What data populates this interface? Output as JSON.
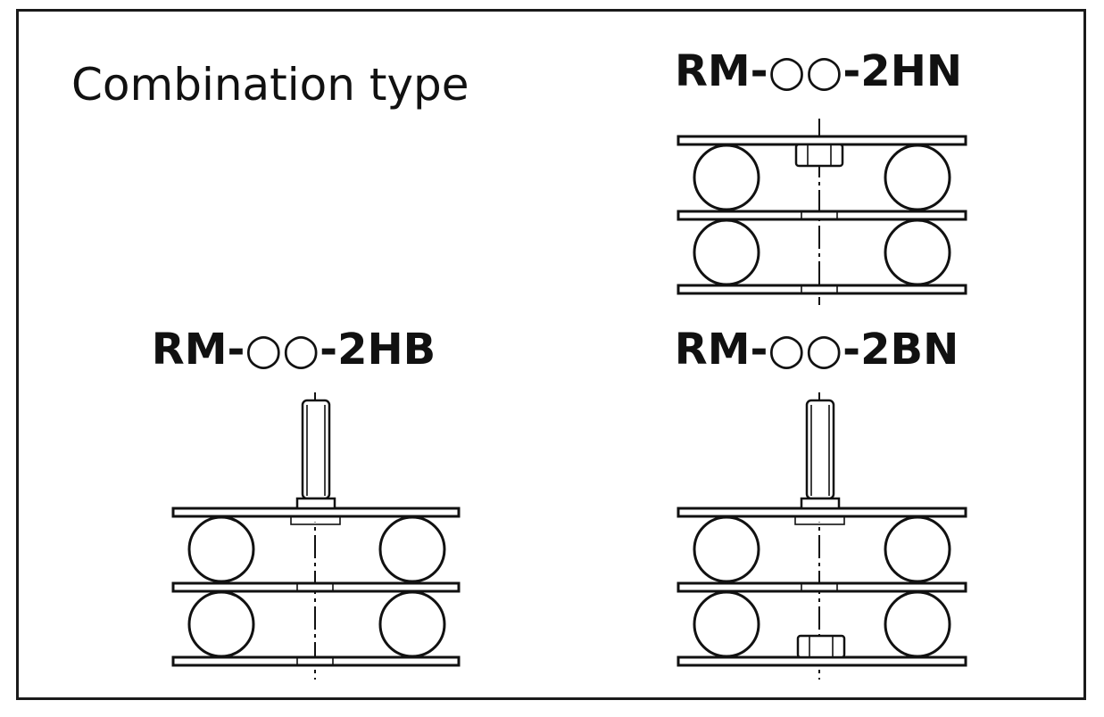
{
  "title": "Combination type",
  "models": {
    "hn": {
      "code_prefix": "RM-",
      "code_suffix": "-2HN",
      "placeholder_glyph": "○○"
    },
    "hb": {
      "code_prefix": "RM-",
      "code_suffix": "-2HB",
      "placeholder_glyph": "○○"
    },
    "bn": {
      "code_prefix": "RM-",
      "code_suffix": "-2BN",
      "placeholder_glyph": "○○"
    }
  },
  "colors": {
    "ink": "#111111",
    "paper": "#ffffff"
  }
}
